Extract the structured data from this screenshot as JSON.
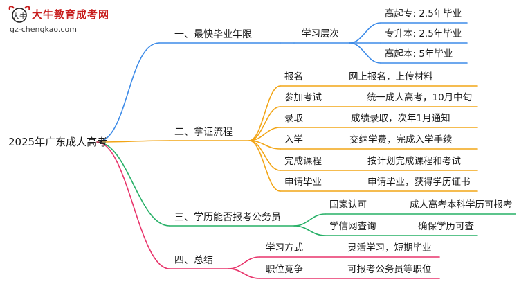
{
  "watermark": {
    "site_name": "大牛教育成考网",
    "domain": "gz-chengkao.com",
    "logo_text": "大牛"
  },
  "colors": {
    "blue": "#3d8be8",
    "orange": "#f2a516",
    "green": "#27b067",
    "pink": "#e8346b"
  },
  "root": {
    "label": "2025年广东成人高考"
  },
  "branches": [
    {
      "label": "一、最快毕业年限",
      "sub": [
        {
          "label": "学习层次",
          "items": [
            "高起专: 2.5年毕业",
            "专升本: 2.5年毕业",
            "高起本: 5年毕业"
          ]
        }
      ]
    },
    {
      "label": "二、拿证流程",
      "sub": [
        {
          "label": "报名",
          "value": "网上报名，上传材料"
        },
        {
          "label": "参加考试",
          "value": "统一成人高考，10月中旬"
        },
        {
          "label": "录取",
          "value": "成绩录取，次年1月通知"
        },
        {
          "label": "入学",
          "value": "交纳学费，完成入学手续"
        },
        {
          "label": "完成课程",
          "value": "按计划完成课程和考试"
        },
        {
          "label": "申请毕业",
          "value": "申请毕业，获得学历证书"
        }
      ]
    },
    {
      "label": "三、学历能否报考公务员",
      "sub": [
        {
          "label": "国家认可",
          "value": "成人高考本科学历可报考"
        },
        {
          "label": "学信网查询",
          "value": "确保学历可查"
        }
      ]
    },
    {
      "label": "四、总结",
      "sub": [
        {
          "label": "学习方式",
          "value": "灵活学习，短期毕业"
        },
        {
          "label": "职位竞争",
          "value": "可报考公务员等职位"
        }
      ]
    }
  ]
}
